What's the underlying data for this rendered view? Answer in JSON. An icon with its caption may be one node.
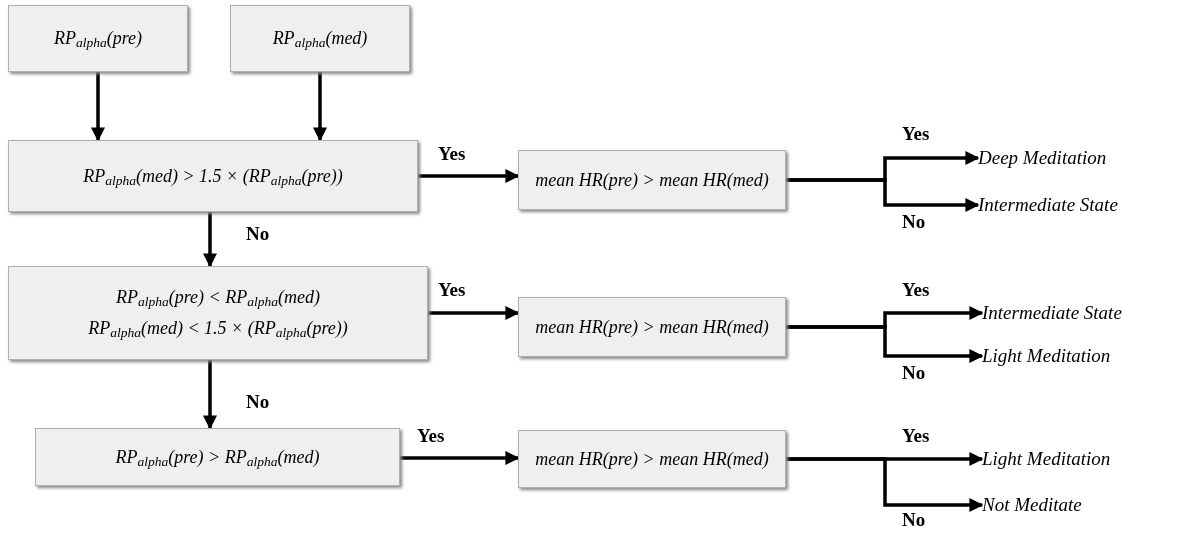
{
  "diagram": {
    "nodes": [
      {
        "text": [
          "RP$_{alpha}$(pre)"
        ]
      },
      {
        "text": [
          "RP$_{alpha}$(med)"
        ]
      },
      {
        "text": [
          "RP$_{alpha}$(med) > 1.5 × (RP$_{alpha}$(pre))"
        ]
      },
      {
        "text": [
          "mean HR(pre) > mean HR(med)"
        ]
      },
      {
        "text": [
          "Deep Meditation"
        ]
      },
      {
        "text": [
          "Intermediate State"
        ]
      },
      {
        "text": [
          "RP$_{alpha}$(pre) < RP$_{alpha}$(med)",
          "RP$_{alpha}$(med) < 1.5 × (RP$_{alpha}$(pre))"
        ]
      },
      {
        "text": [
          "mean HR(pre) > mean HR(med)"
        ]
      },
      {
        "text": [
          "Intermediate State"
        ]
      },
      {
        "text": [
          "Light Meditation"
        ]
      },
      {
        "text": [
          "RP$_{alpha}$(pre) > RP$_{alpha}$(med)"
        ]
      },
      {
        "text": [
          "mean HR(pre) > mean HR(med)"
        ]
      },
      {
        "text": [
          "Light Meditation"
        ]
      },
      {
        "text": [
          "Not Meditate"
        ]
      }
    ],
    "edges": [
      {
        "from": 0,
        "to": 2,
        "arrow": "to"
      },
      {
        "from": 1,
        "to": 2,
        "arrow": "to"
      },
      {
        "from": 2,
        "to": 3,
        "arrow": "to",
        "label": "Yes"
      },
      {
        "from": 3,
        "to": 4,
        "arrow": "to",
        "label": "Yes"
      },
      {
        "from": 3,
        "to": 5,
        "arrow": "to",
        "label": "No"
      },
      {
        "from": 2,
        "to": 6,
        "arrow": "to",
        "label": "No"
      },
      {
        "from": 6,
        "to": 7,
        "arrow": "to",
        "label": "Yes"
      },
      {
        "from": 7,
        "to": 8,
        "arrow": "to",
        "label": "Yes"
      },
      {
        "from": 7,
        "to": 9,
        "arrow": "to",
        "label": "No"
      },
      {
        "from": 6,
        "to": 10,
        "arrow": "to",
        "label": "No"
      },
      {
        "from": 10,
        "to": 11,
        "arrow": "to",
        "label": "Yes"
      },
      {
        "from": 11,
        "to": 12,
        "arrow": "to",
        "label": "Yes"
      },
      {
        "from": 11,
        "to": 13,
        "arrow": "to",
        "label": "No"
      }
    ]
  }
}
